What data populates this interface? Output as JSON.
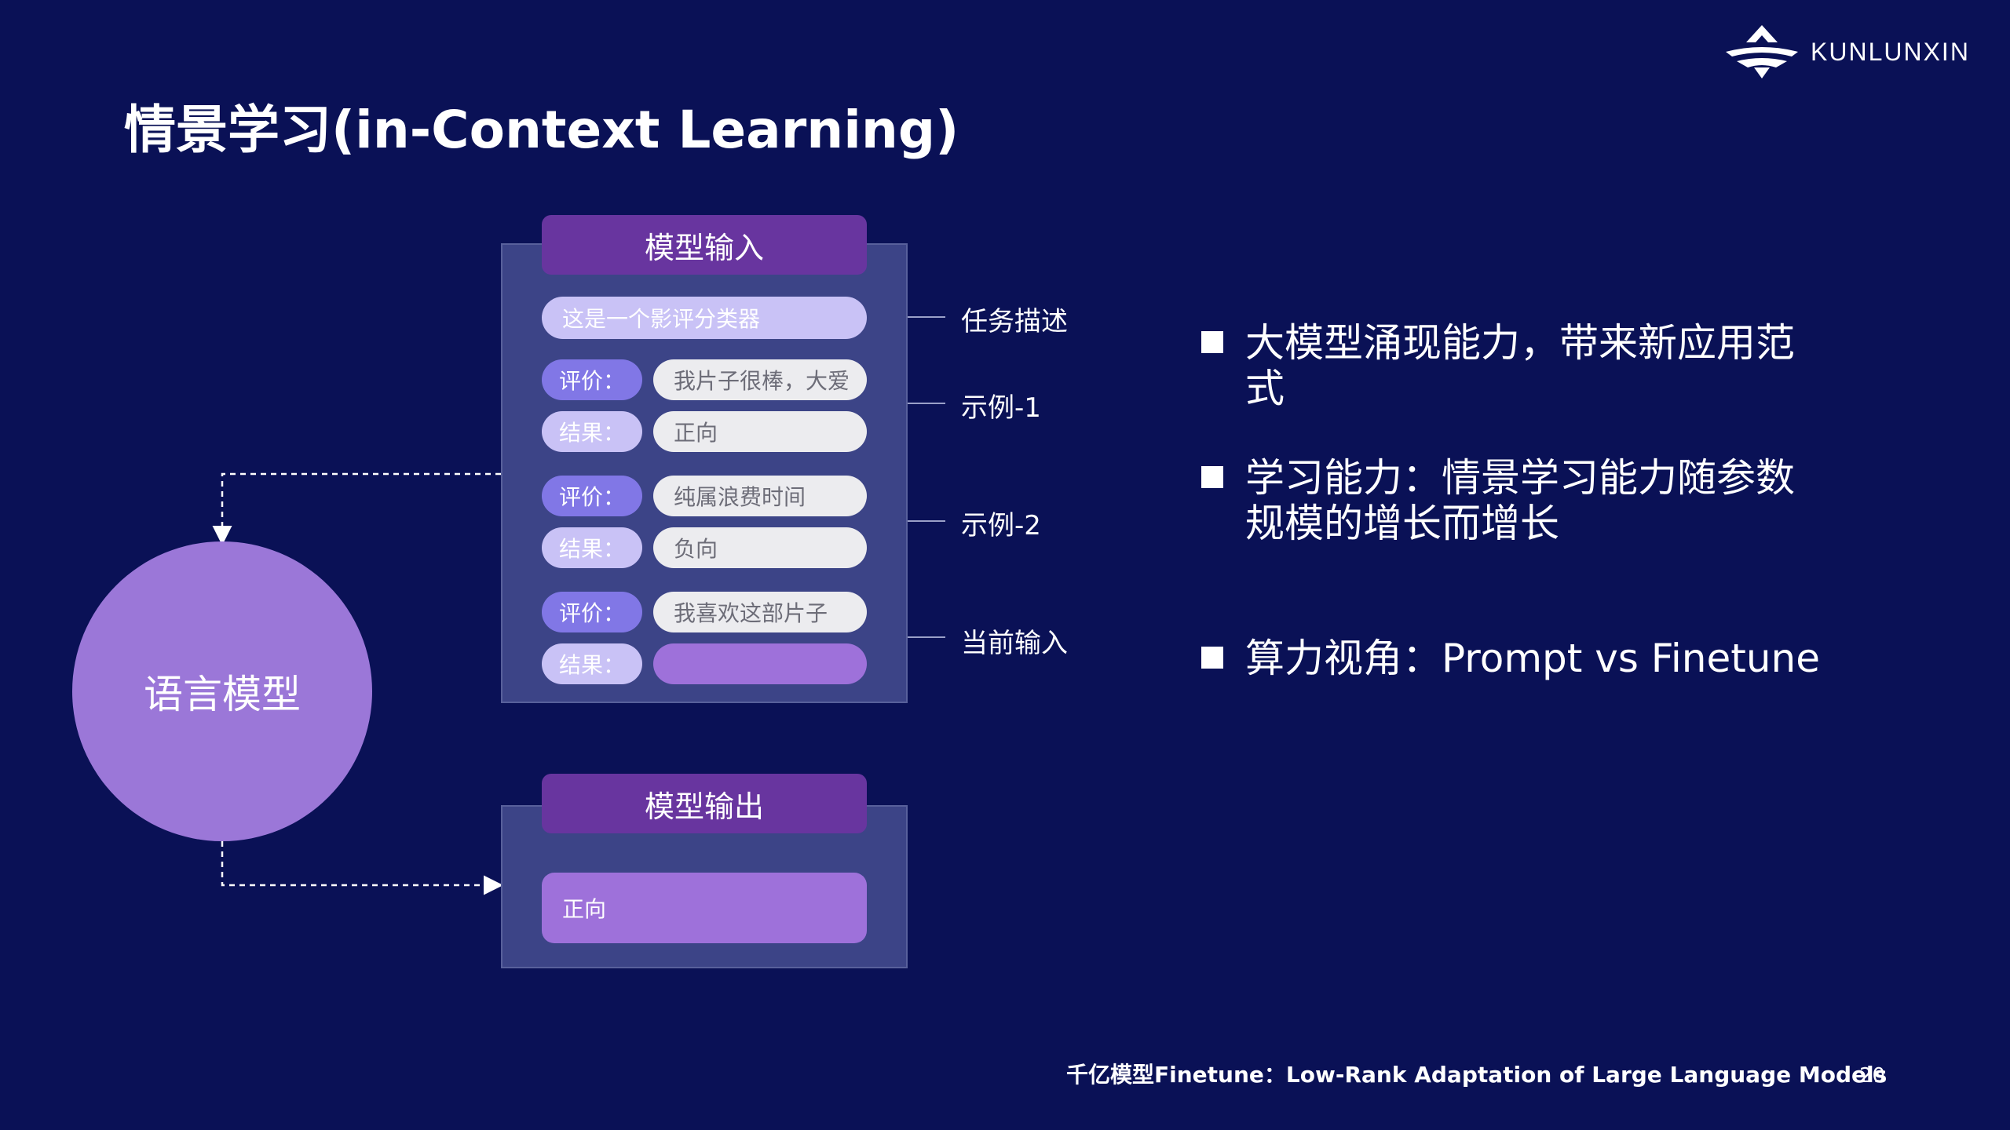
{
  "logo": {
    "text": "KUNLUNXIN"
  },
  "title": "情景学习(in-Context  Learning)",
  "diagram": {
    "input_header": "模型输入",
    "task_text": "这是一个影评分类器",
    "review_label": "评价：",
    "result_label": "结果：",
    "example1_review": "我片子很棒，大爱",
    "example1_result": "正向",
    "example2_review": "纯属浪费时间",
    "example2_result": "负向",
    "current_review": "我喜欢这部片子",
    "current_result": "",
    "labels": {
      "task": "任务描述",
      "example1": "示例-1",
      "example2": "示例-2",
      "current": "当前输入"
    },
    "model": "语言模型",
    "output_header": "模型输出",
    "output_value": "正向"
  },
  "bullets": [
    "大模型涌现能力，带来新应用范式",
    "学习能力：情景学习能力随参数规模的增长而增长",
    "算力视角：Prompt vs Finetune"
  ],
  "footer": "千亿模型Finetune：Low-Rank Adaptation of Large Language Models",
  "page_number": "20",
  "colors": {
    "background": "#0a1156",
    "panel": "#3c4487",
    "header": "#68359f",
    "accent_purple": "#9e71da",
    "label_violet": "#8177e6",
    "label_lavender": "#c9c2f6"
  }
}
